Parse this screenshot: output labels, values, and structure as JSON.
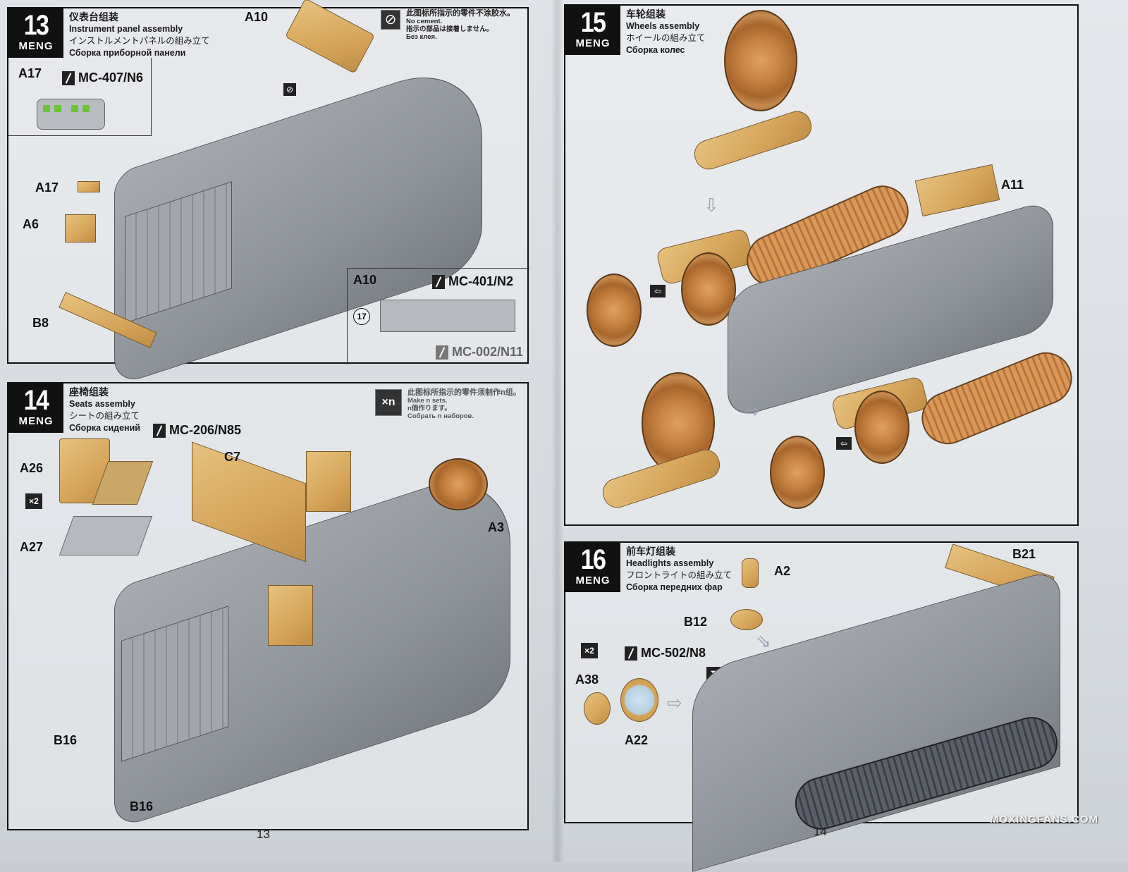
{
  "brand": "MENG",
  "pages": {
    "left_number": "13",
    "right_number": "14"
  },
  "watermark": "MOXINGFANS.COM",
  "steps": [
    {
      "number": "13",
      "title_zh": "仪表台组装",
      "title_en": "Instrument panel assembly",
      "title_ja": "インストルメントパネルの組み立て",
      "title_ru": "Сборка приборной панели",
      "notice": {
        "icon": "no-cement-icon",
        "zh": "此图标所指示的零件不涂胶水。",
        "en": "No cement.",
        "ja": "指示の部品は接着しません。",
        "ru": "Без клея."
      },
      "inset_a17": {
        "part": "A17",
        "paint": "MC-407/N6"
      },
      "inset_a10": {
        "part": "A10",
        "paint_1": "MC-401/N2",
        "paint_2": "MC-002/N11",
        "decal": "17"
      },
      "callouts": [
        "A10",
        "A17",
        "A6",
        "B8"
      ]
    },
    {
      "number": "14",
      "title_zh": "座椅组装",
      "title_en": "Seats assembly",
      "title_ja": "シートの組み立て",
      "title_ru": "Сборка сидений",
      "notice": {
        "icon": "make-n-sets-icon",
        "icon_text": "×n",
        "zh": "此图标所指示的零件须制作n组。",
        "en": "Make n sets.",
        "ja": "n個作ります。",
        "ru": "Собрать n наборов."
      },
      "paint": "MC-206/N85",
      "multiplier": "×2",
      "callouts": [
        "A26",
        "A27",
        "C7",
        "A3",
        "B16",
        "B16"
      ]
    },
    {
      "number": "15",
      "title_zh": "车轮组装",
      "title_en": "Wheels assembly",
      "title_ja": "ホイールの組み立て",
      "title_ru": "Сборка колес",
      "callouts": [
        "A11"
      ]
    },
    {
      "number": "16",
      "title_zh": "前车灯组装",
      "title_en": "Headlights assembly",
      "title_ja": "フロントライトの組み立て",
      "title_ru": "Сборка передних фар",
      "paint": "MC-502/N8",
      "multiplier": "×2",
      "callouts": [
        "A2",
        "B12",
        "B21",
        "A38",
        "A22"
      ]
    }
  ]
}
